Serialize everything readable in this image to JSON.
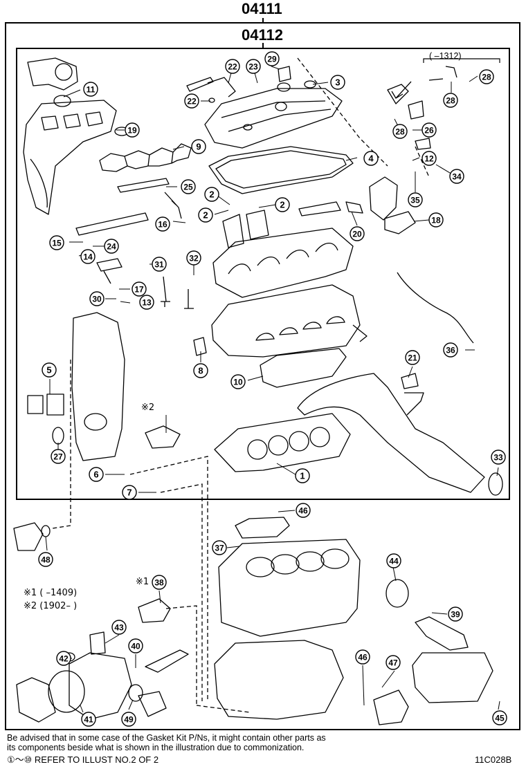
{
  "kits": {
    "outer": "04111",
    "inner": "04112"
  },
  "top_bracket": {
    "text": "(      –1312)"
  },
  "callouts": [
    "1",
    "2",
    "2",
    "2",
    "3",
    "4",
    "5",
    "6",
    "7",
    "8",
    "9",
    "10",
    "11",
    "12",
    "13",
    "14",
    "15",
    "16",
    "17",
    "18",
    "19",
    "20",
    "21",
    "22",
    "22",
    "23",
    "24",
    "25",
    "26",
    "27",
    "28",
    "28",
    "28",
    "29",
    "30",
    "31",
    "32",
    "33",
    "34",
    "35",
    "36",
    "37",
    "38",
    "39",
    "40",
    "41",
    "42",
    "43",
    "44",
    "45",
    "46",
    "46",
    "47",
    "48",
    "49"
  ],
  "marks": {
    "m49": "※2",
    "m37": "※1"
  },
  "notes": {
    "line1": "※1 (      –1409)",
    "line2": "※2 (1902–      )"
  },
  "footer": {
    "line1": "Be advised that in some case of the Gasket Kit P/Ns,  it might contain other parts as",
    "line2": "its components beside what is shown in the illustration due to commonization.",
    "line3": "①～⑩ REFER TO ILLUST NO.2 OF 2",
    "code": "11C028B"
  }
}
